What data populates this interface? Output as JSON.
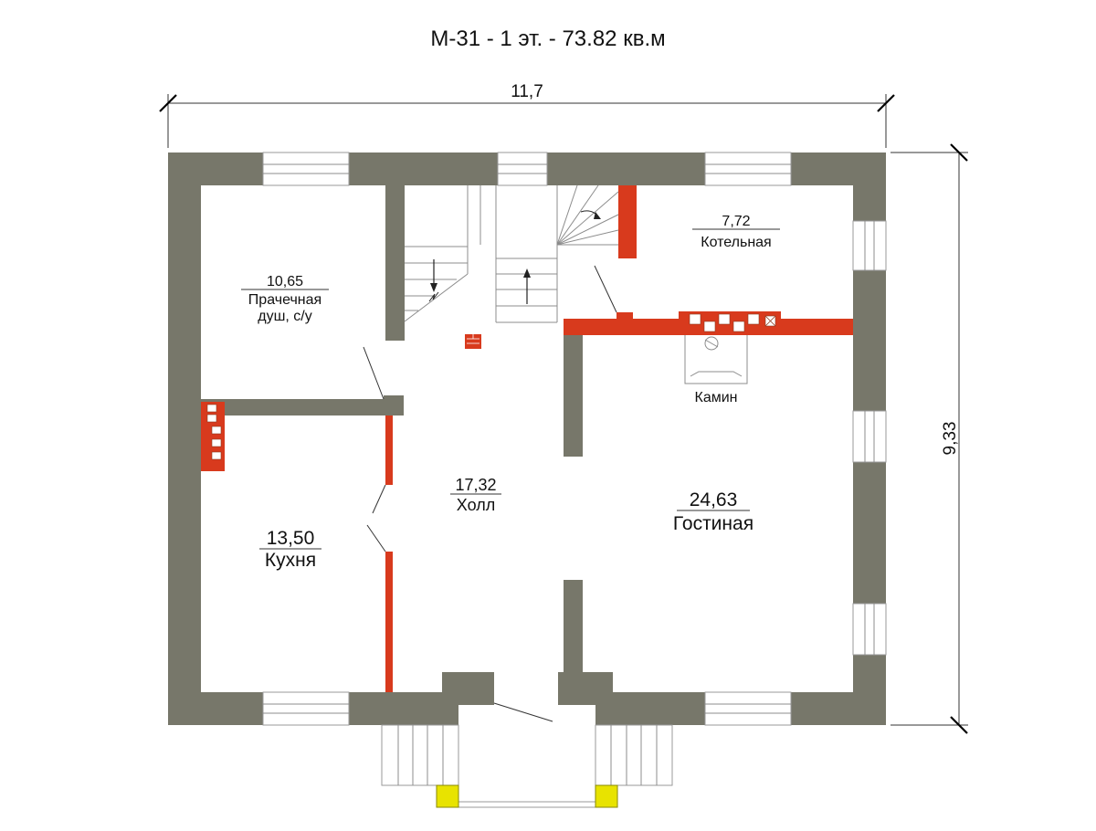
{
  "title": "М-31 - 1 эт. - 73.82 кв.м",
  "dimensions": {
    "width": "11,7",
    "height": "9,33"
  },
  "rooms": [
    {
      "id": "laundry",
      "area": "10,65",
      "name_lines": [
        "Прачечная",
        "душ, с/у"
      ]
    },
    {
      "id": "boiler",
      "area": "7,72",
      "name_lines": [
        "Котельная"
      ]
    },
    {
      "id": "hall",
      "area": "17,32",
      "name_lines": [
        "Холл"
      ]
    },
    {
      "id": "kitchen",
      "area": "13,50",
      "name_lines": [
        "Кухня"
      ]
    },
    {
      "id": "living",
      "area": "24,63",
      "name_lines": [
        "Гостиная"
      ]
    }
  ],
  "fireplace_label": "Камин",
  "colors": {
    "wall": "#77776a",
    "brick": "#d83a1d",
    "porch_post": "#e8e300"
  }
}
